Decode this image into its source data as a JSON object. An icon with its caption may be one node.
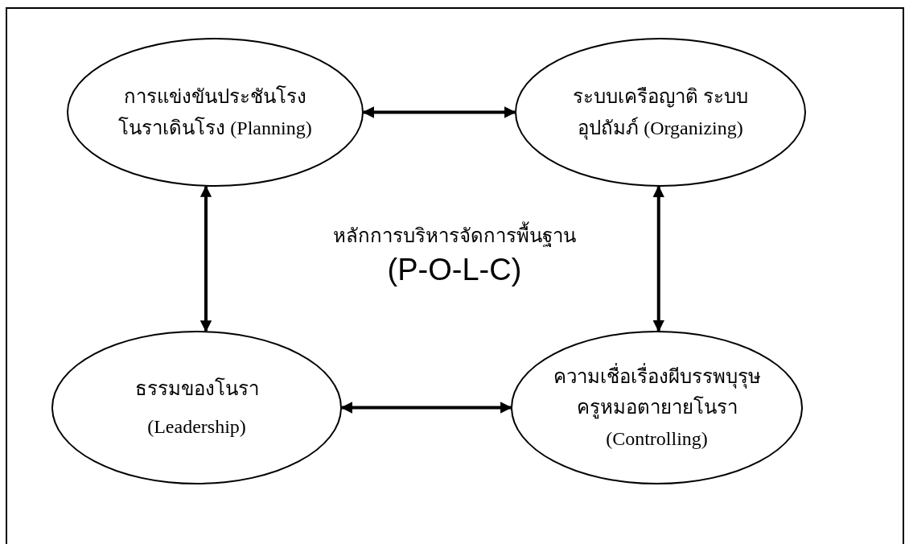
{
  "diagram": {
    "nodes": [
      {
        "text": [
          "การแข่งขันประชันโรง โนราเดินโรง (Planning)"
        ]
      },
      {
        "text": [
          "ระบบเครือญาติ ระบบ อุปถัมภ์ (Organizing)"
        ]
      },
      {
        "text": [
          "ธรรมของโนรา",
          "(Leadership)"
        ]
      },
      {
        "text": [
          "ความเชื่อเรื่องผีบรรพบุรุษ ครูหมอตายายโนรา (Controlling)"
        ]
      }
    ],
    "edges": [
      {
        "from": 0,
        "to": 1,
        "arrow": "both"
      },
      {
        "from": 0,
        "to": 2,
        "arrow": "both"
      },
      {
        "from": 1,
        "to": 3,
        "arrow": "both"
      },
      {
        "from": 2,
        "to": 3,
        "arrow": "both"
      }
    ],
    "labels": [
      "หลักการบริหารจัดการพื้นฐาน",
      "(P-O-L-C)"
    ]
  }
}
